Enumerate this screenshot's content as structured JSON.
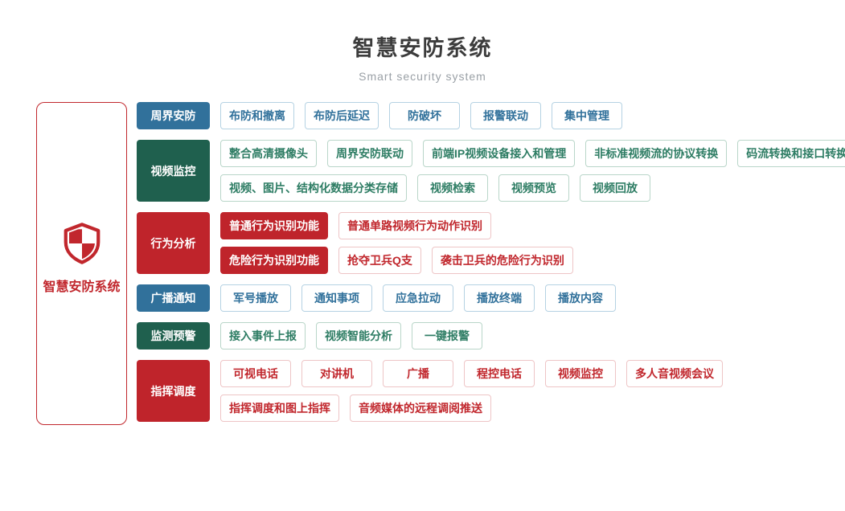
{
  "header": {
    "title": "智慧安防系统",
    "subtitle": "Smart security system"
  },
  "root": {
    "label": "智慧安防系统",
    "icon": "shield-icon"
  },
  "colors": {
    "blue": "#31719b",
    "green": "#1f604e",
    "red": "#bf242b",
    "accent_red_text": "#c1272d",
    "title_text": "#3c3c3c",
    "subtitle_text": "#9aa0a6"
  },
  "rows": [
    {
      "id": "perimeter-security",
      "label": "周界安防",
      "theme": "blue",
      "lines": [
        [
          {
            "text": "布防和撤离"
          },
          {
            "text": "布防后延迟"
          },
          {
            "text": "防破坏"
          },
          {
            "text": "报警联动"
          },
          {
            "text": "集中管理"
          }
        ]
      ]
    },
    {
      "id": "video-surveillance",
      "label": "视频监控",
      "theme": "green",
      "lines": [
        [
          {
            "text": "整合高清摄像头"
          },
          {
            "text": "周界安防联动"
          },
          {
            "text": "前端IP视频设备接入和管理"
          },
          {
            "text": "非标准视频流的协议转换"
          },
          {
            "text": "码流转换和接口转换"
          }
        ],
        [
          {
            "text": "视频、图片、结构化数据分类存储"
          },
          {
            "text": "视频检索"
          },
          {
            "text": "视频预览"
          },
          {
            "text": "视频回放"
          }
        ]
      ]
    },
    {
      "id": "behavior-analysis",
      "label": "行为分析",
      "theme": "red",
      "lines": [
        [
          {
            "text": "普通行为识别功能",
            "filled": true
          },
          {
            "text": "普通单路视频行为动作识别"
          }
        ],
        [
          {
            "text": "危险行为识别功能",
            "filled": true
          },
          {
            "text": "抢夺卫兵Q支"
          },
          {
            "text": "袭击卫兵的危险行为识别"
          }
        ]
      ]
    },
    {
      "id": "broadcast-notice",
      "label": "广播通知",
      "theme": "blue",
      "lines": [
        [
          {
            "text": "军号播放"
          },
          {
            "text": "通知事项"
          },
          {
            "text": "应急拉动"
          },
          {
            "text": "播放终端"
          },
          {
            "text": "播放内容"
          }
        ]
      ]
    },
    {
      "id": "monitor-warning",
      "label": "监测预警",
      "theme": "green",
      "lines": [
        [
          {
            "text": "接入事件上报"
          },
          {
            "text": "视频智能分析"
          },
          {
            "text": "一键报警"
          }
        ]
      ]
    },
    {
      "id": "command-dispatch",
      "label": "指挥调度",
      "theme": "red",
      "lines": [
        [
          {
            "text": "可视电话"
          },
          {
            "text": "对讲机"
          },
          {
            "text": "广播"
          },
          {
            "text": "程控电话"
          },
          {
            "text": "视频监控"
          },
          {
            "text": "多人音视频会议"
          }
        ],
        [
          {
            "text": "指挥调度和图上指挥"
          },
          {
            "text": "音频媒体的远程调阅推送"
          }
        ]
      ]
    }
  ]
}
